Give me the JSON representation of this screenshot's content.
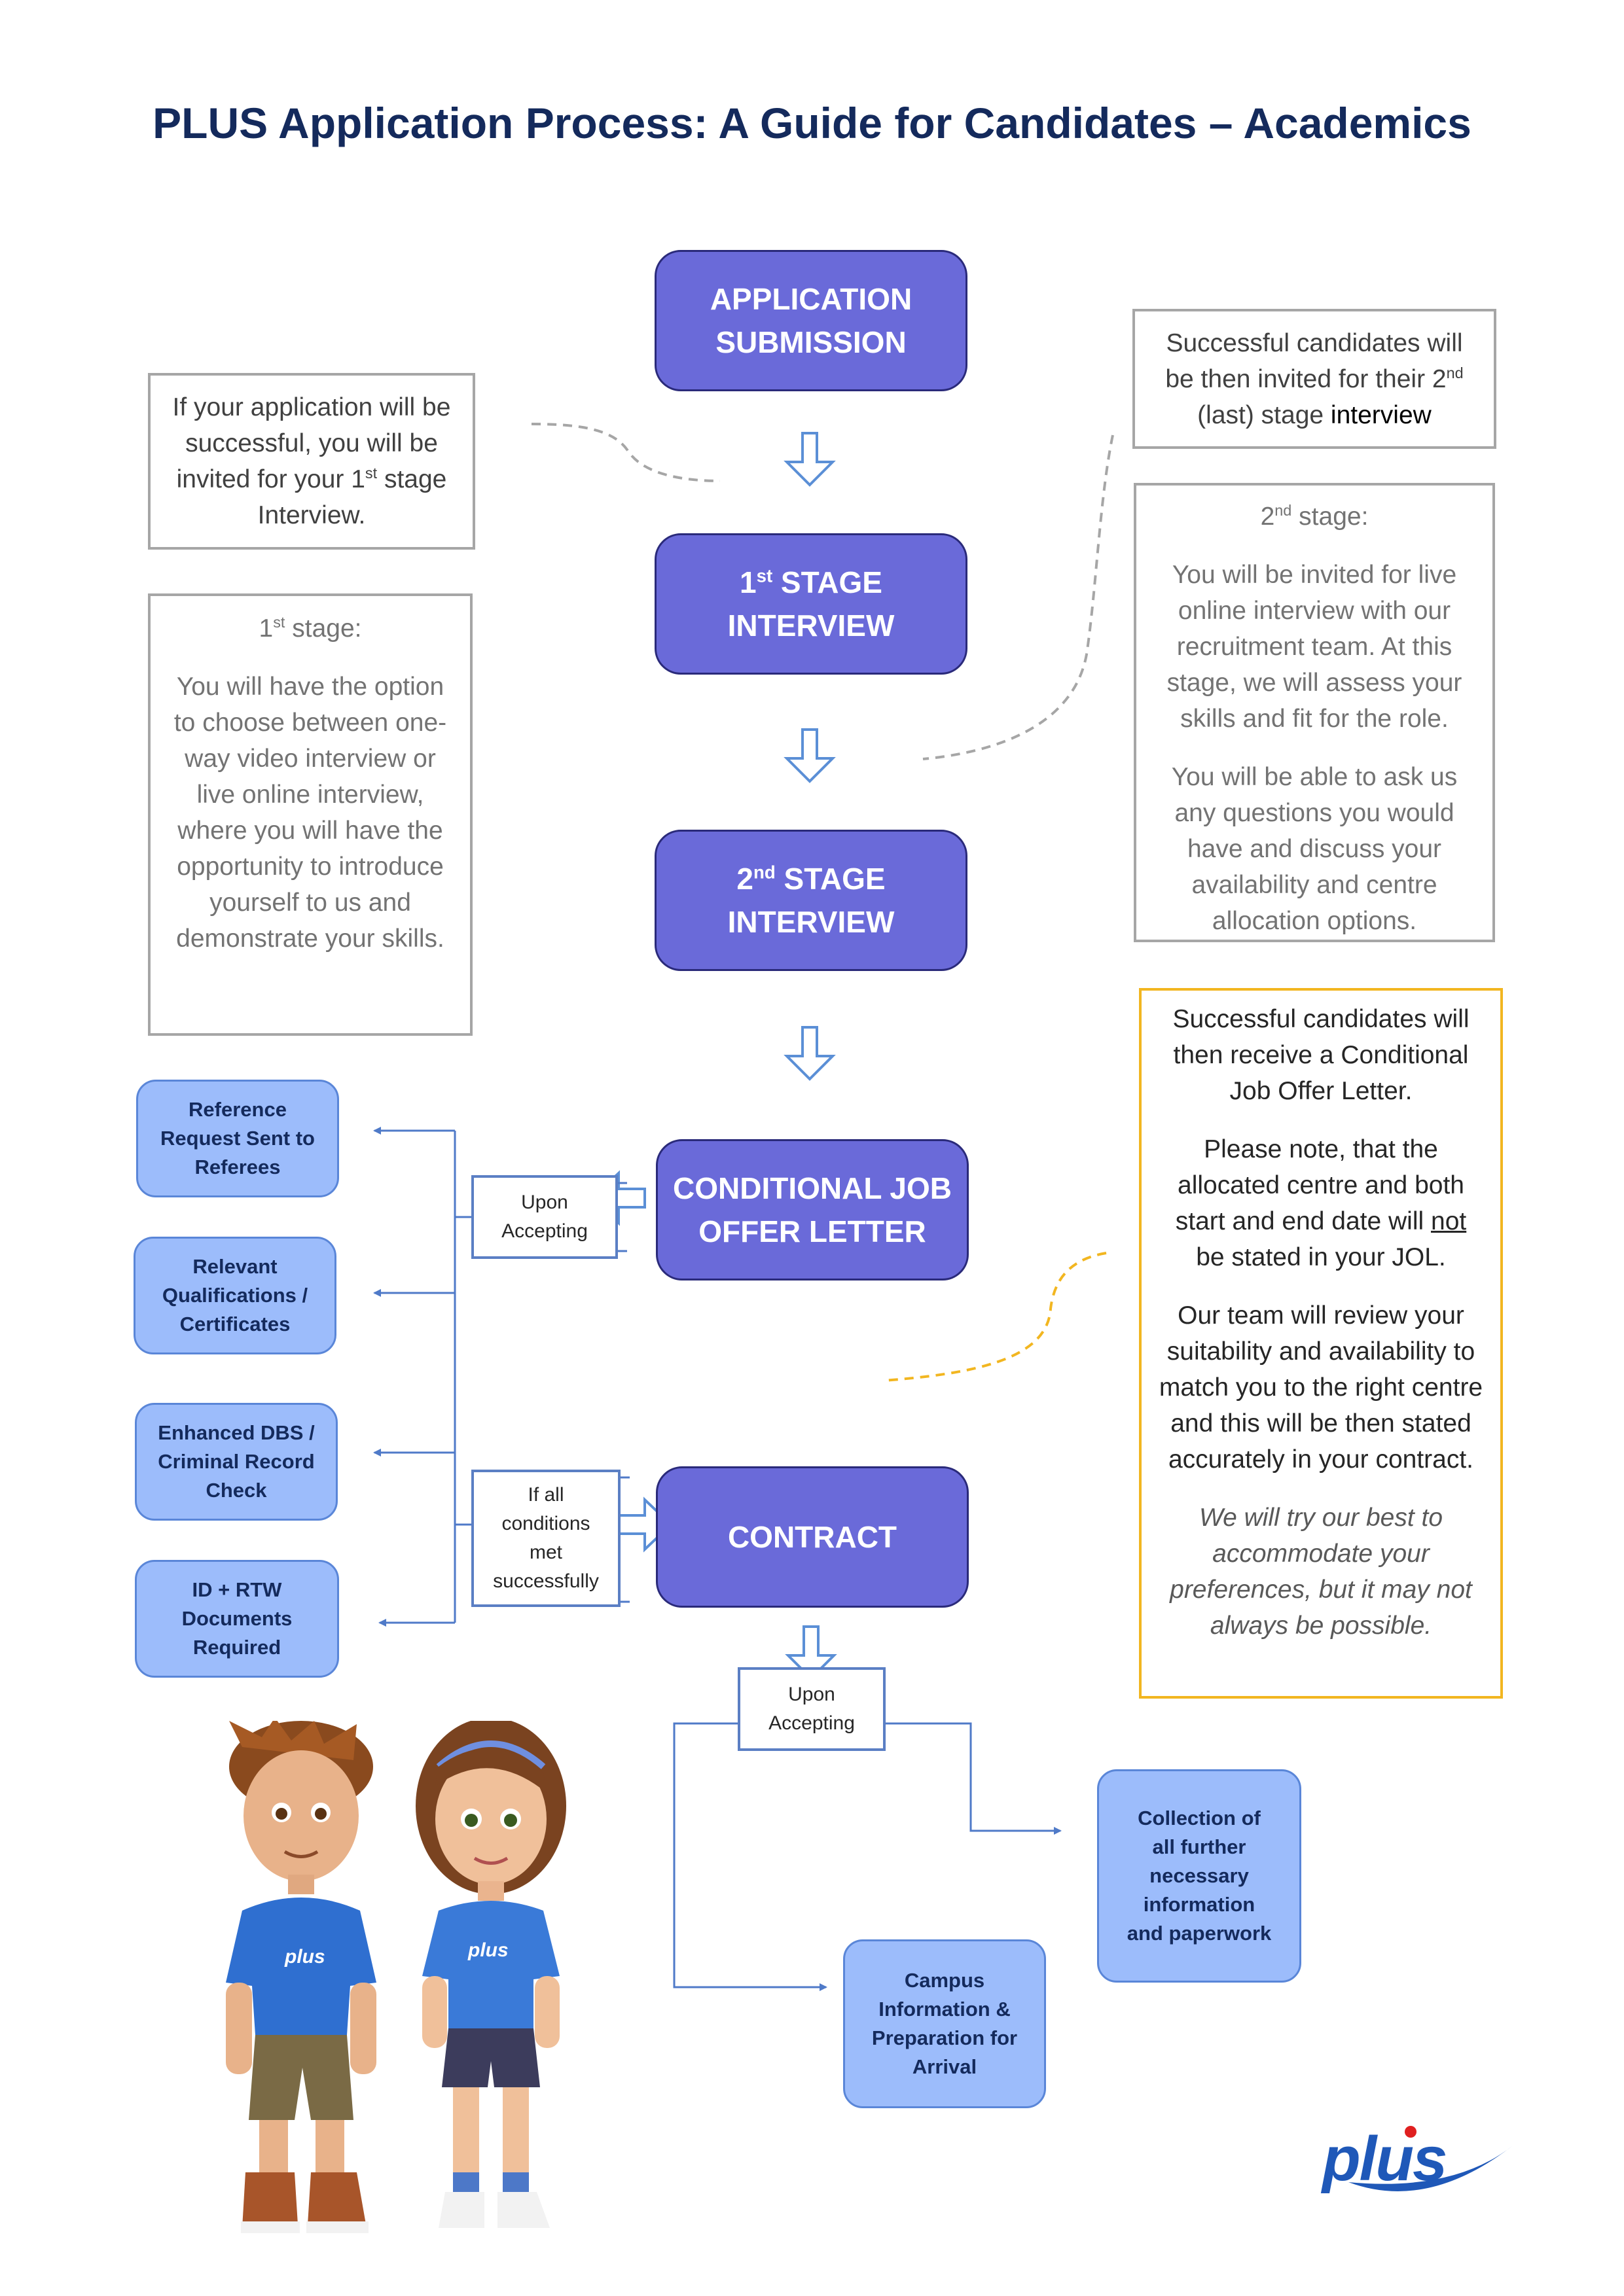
{
  "title": "PLUS Application Process: A Guide for Candidates – Academics",
  "stages": {
    "application": [
      "APPLICATION",
      "SUBMISSION"
    ],
    "first_interview": {
      "num": "1",
      "sup": "st",
      "word": "STAGE",
      "line2": "INTERVIEW"
    },
    "second_interview": {
      "num": "2",
      "sup": "nd",
      "word": "STAGE",
      "line2": "INTERVIEW"
    },
    "offer": [
      "CONDITIONAL JOB",
      "OFFER LETTER"
    ],
    "contract": "CONTRACT"
  },
  "notes": {
    "invite_first": {
      "pre": "If your application will be successful, you will be invited for your 1",
      "sup": "st",
      "post": " stage Interview."
    },
    "first_stage": {
      "head_num": "1",
      "head_sup": "st",
      "head_post": " stage:",
      "body": "You will have the option to choose between one-way video interview or live online interview, where you will have the opportunity to introduce yourself to us and demonstrate your skills."
    },
    "invite_second": {
      "pre": "Successful candidates will be then invited for their 2",
      "sup": "nd",
      "mid": " (last) stage ",
      "post": "interview"
    },
    "second_stage": {
      "head_num": "2",
      "head_sup": "nd",
      "head_post": " stage:",
      "p1": "You will be invited for live online interview with our recruitment team. At this stage, we will assess your skills and fit for the role.",
      "p2": "You will be able to ask us any questions you would have and discuss your availability and centre allocation options."
    },
    "offer_info": {
      "p1": "Successful candidates will then receive a Conditional Job Offer Letter.",
      "p2_pre": "Please note, that the allocated centre and both start and end date will ",
      "p2_u": "not",
      "p2_post": " be stated in your JOL.",
      "p3": "Our team will review your suitability and availability to match you to the right centre and this will be then stated accurately in your contract.",
      "p4": "We will try our best to accommodate your preferences, but it may not always be possible."
    }
  },
  "checks": [
    "Reference Request Sent to Referees",
    "Relevant Qualifications / Certificates",
    "Enhanced DBS / Criminal Record Check",
    "ID + RTW Documents Required"
  ],
  "tags": {
    "upon_accepting_offer": "Upon Accepting",
    "conditions_met": "If all conditions met successfully",
    "upon_accepting_contract": "Upon Accepting"
  },
  "after_contract": {
    "collection": "Collection of all further necessary information and paperwork",
    "campus": "Campus Information & Preparation for Arrival"
  },
  "logo": "plus",
  "colors": {
    "stage": "#6a6ad9",
    "pill": "#9cbcfb",
    "title": "#142a5c",
    "accent": "#f2b620",
    "line": "#4f7ac8"
  }
}
